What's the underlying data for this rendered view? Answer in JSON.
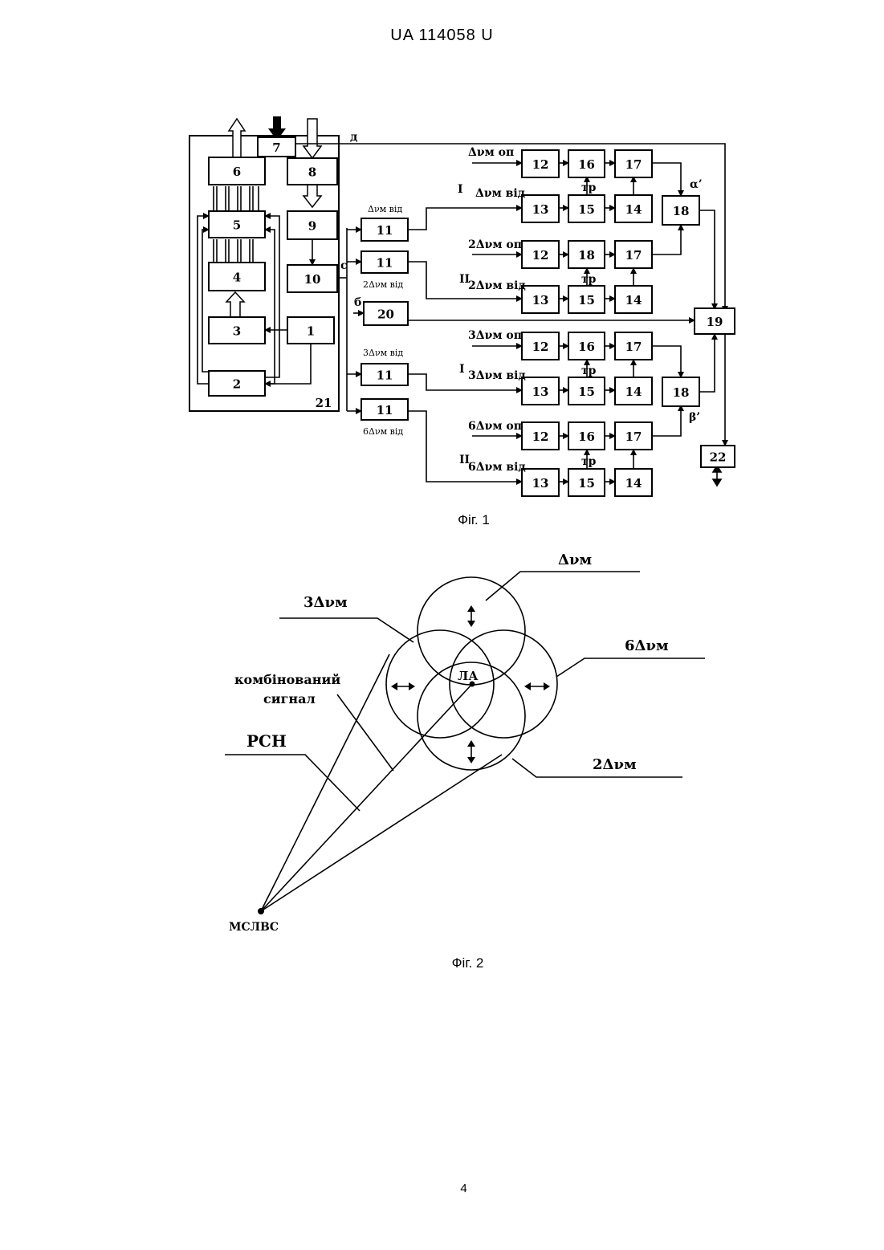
{
  "header": "UA   114058   U",
  "fig1": {
    "caption": "Фіг. 1",
    "blocks": [
      "1",
      "2",
      "3",
      "4",
      "5",
      "6",
      "7",
      "8",
      "9",
      "10",
      "11",
      "12",
      "13",
      "14",
      "15",
      "16",
      "17",
      "18",
      "19",
      "20",
      "21",
      "22"
    ],
    "labels": {
      "d": "д",
      "c": "с",
      "b": "б",
      "tr": "тр",
      "alpha": "α’",
      "beta": "β’",
      "roman1": "I",
      "roman2": "II",
      "dv_op": "Δνм оп",
      "dv_vid": "Δνм від",
      "dv2_op": "2Δνм оп",
      "dv2_vid": "2Δνм від",
      "dv3_op": "3Δνм оп",
      "dv3_vid": "3Δνм від",
      "dv6_op": "6Δνм оп",
      "dv6_vid": "6Δνм від"
    }
  },
  "fig2": {
    "caption": "Фіг. 2",
    "labels": {
      "dv": "Δνм",
      "dv3": "3Δνм",
      "dv6": "6Δνм",
      "dv2": "2Δνм",
      "combined1": "комбінований",
      "combined2": "сигнал",
      "rsn": "РСН",
      "la": "ЛА",
      "mslvs": "МСЛВС"
    }
  },
  "page_number": "4"
}
